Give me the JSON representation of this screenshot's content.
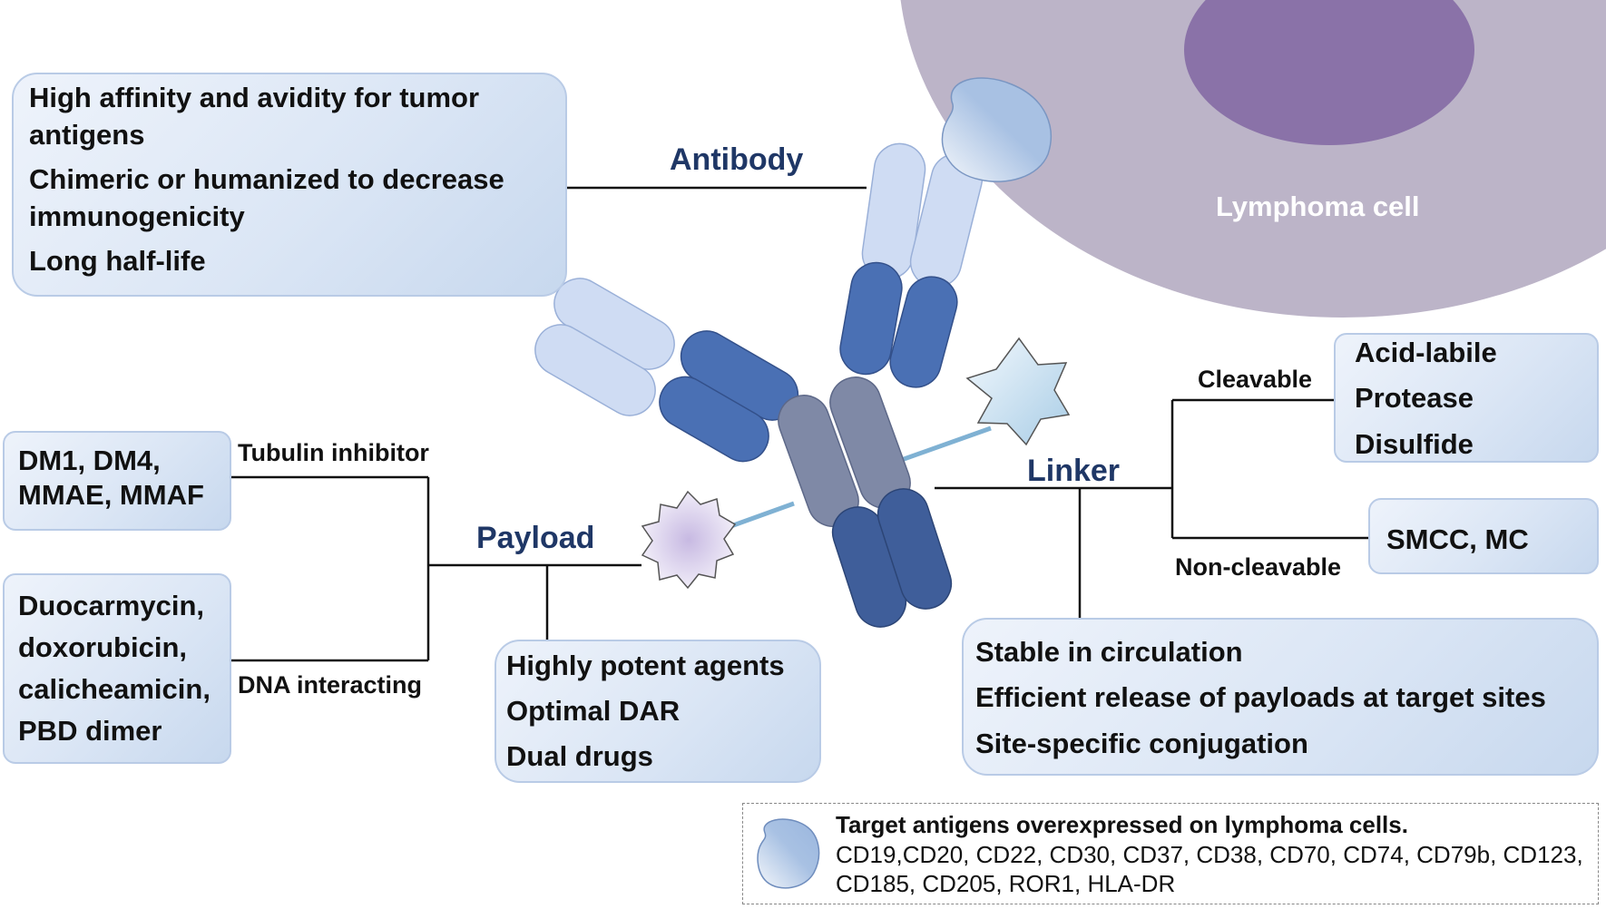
{
  "cell_label": "Lymphoma cell",
  "antibody": {
    "header": "Antibody",
    "points": [
      [
        "High affinity and avidity for tumor",
        "antigens"
      ],
      [
        "Chimeric or humanized to decrease",
        "immunogenicity"
      ],
      [
        "Long half-life"
      ]
    ]
  },
  "payload": {
    "header": "Payload",
    "tubulin_label": "Tubulin inhibitor",
    "tubulin_drugs": [
      "DM1, DM4,",
      "MMAE, MMAF"
    ],
    "dna_label": "DNA interacting",
    "dna_drugs": [
      "Duocarmycin,",
      "doxorubicin,",
      "calicheamicin,",
      "PBD dimer"
    ],
    "points": [
      "Highly potent agents",
      "Optimal DAR",
      "Dual drugs"
    ]
  },
  "linker": {
    "header": "Linker",
    "cleavable_label": "Cleavable",
    "cleavable_types": [
      "Acid-labile",
      "Protease",
      "Disulfide"
    ],
    "noncleavable_label": "Non-cleavable",
    "noncleavable_types": "SMCC, MC",
    "points": [
      "Stable in circulation",
      "Efficient release of payloads at target sites",
      "Site-specific conjugation"
    ]
  },
  "legend": {
    "title": "Target antigens overexpressed on lymphoma cells.",
    "antigens": "CD19,CD20, CD22, CD30, CD37, CD38, CD70, CD74, CD79b, CD123, CD185, CD205, ROR1, HLA-DR"
  },
  "colors": {
    "cell": "#bcb4c8",
    "nucleus": "#8a72a8",
    "light_domain": "#cfdcf3",
    "dark_domain": "#4a70b4",
    "hinge": "#7f89a6",
    "header_text": "#1f3766"
  }
}
